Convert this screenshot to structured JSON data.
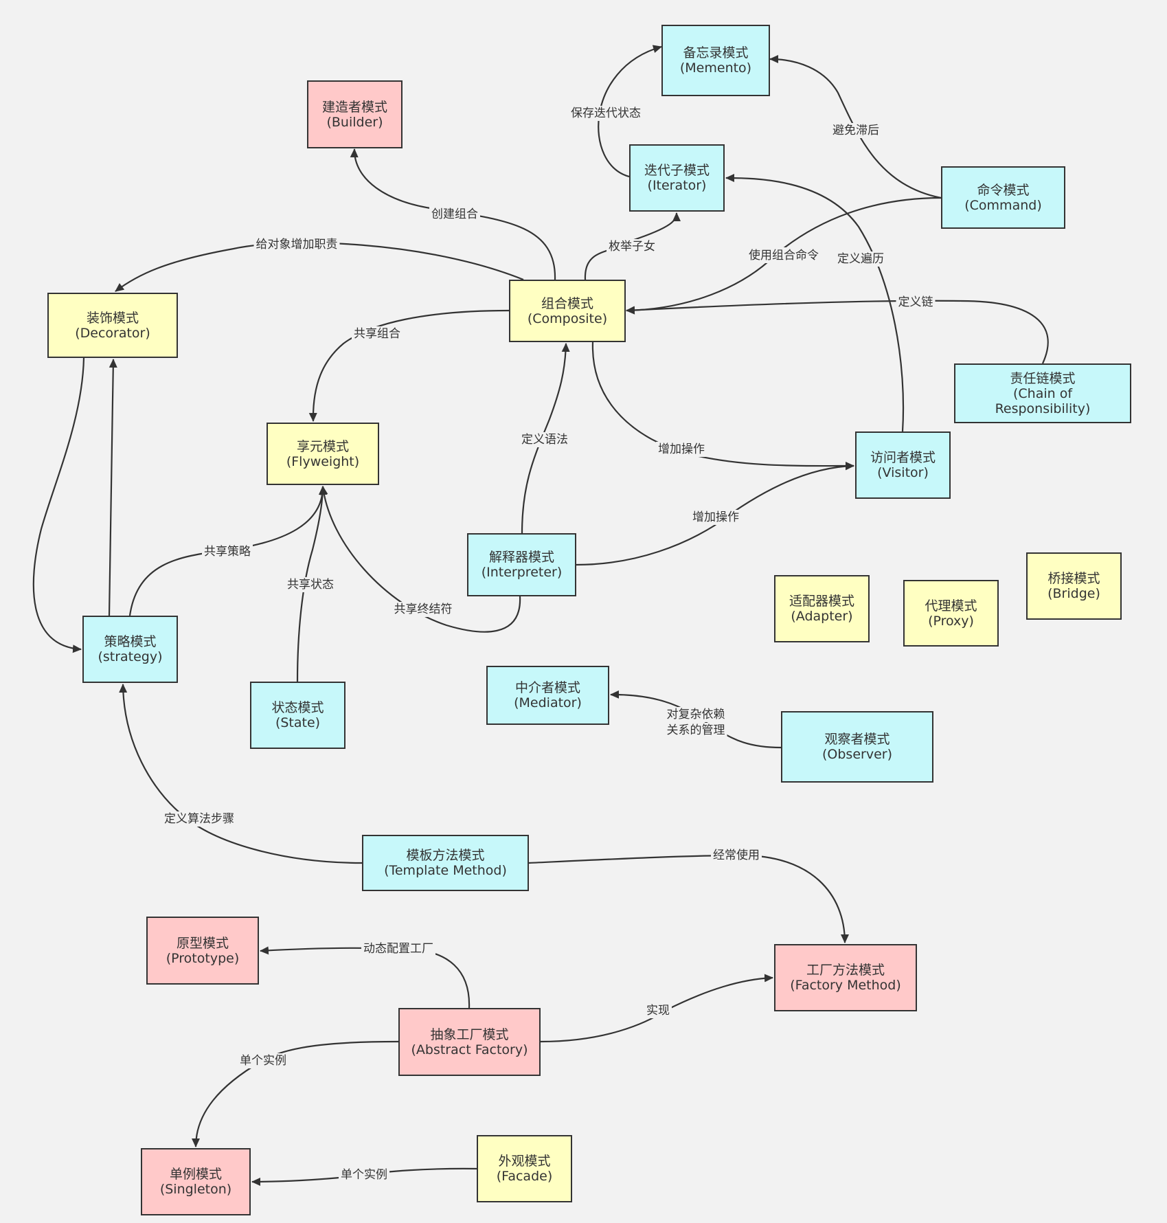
{
  "colors": {
    "creational": "#ffc9c9",
    "structural": "#ffffc2",
    "behavioral": "#c7f8fa",
    "line": "#333333",
    "background": "#f2f2f2"
  },
  "nodes": {
    "memento": {
      "zh": "备忘录模式",
      "en": "(Memento)",
      "category": "behavioral"
    },
    "builder": {
      "zh": "建造者模式",
      "en": "(Builder)",
      "category": "creational"
    },
    "iterator": {
      "zh": "迭代子模式",
      "en": "(Iterator)",
      "category": "behavioral"
    },
    "command": {
      "zh": "命令模式",
      "en": "(Command)",
      "category": "behavioral"
    },
    "decorator": {
      "zh": "装饰模式",
      "en": "(Decorator)",
      "category": "structural"
    },
    "composite": {
      "zh": "组合模式",
      "en": "(Composite)",
      "category": "structural"
    },
    "chain": {
      "zh": "责任链模式",
      "en": "(Chain of",
      "en2": "Responsibility)",
      "category": "behavioral"
    },
    "flyweight": {
      "zh": "享元模式",
      "en": "(Flyweight)",
      "category": "structural"
    },
    "visitor": {
      "zh": "访问者模式",
      "en": "(Visitor)",
      "category": "behavioral"
    },
    "interpreter": {
      "zh": "解释器模式",
      "en": "(Interpreter)",
      "category": "behavioral"
    },
    "bridge": {
      "zh": "桥接模式",
      "en": "(Bridge)",
      "category": "structural"
    },
    "adapter": {
      "zh": "适配器模式",
      "en": "(Adapter)",
      "category": "structural"
    },
    "proxy": {
      "zh": "代理模式",
      "en": "(Proxy)",
      "category": "structural"
    },
    "strategy": {
      "zh": "策略模式",
      "en": "(strategy)",
      "category": "behavioral"
    },
    "state": {
      "zh": "状态模式",
      "en": "(State)",
      "category": "behavioral"
    },
    "mediator": {
      "zh": "中介者模式",
      "en": "(Mediator)",
      "category": "behavioral"
    },
    "observer": {
      "zh": "观察者模式",
      "en": "(Observer)",
      "category": "behavioral"
    },
    "template": {
      "zh": "模板方法模式",
      "en": "(Template Method)",
      "category": "behavioral"
    },
    "prototype": {
      "zh": "原型模式",
      "en": "(Prototype)",
      "category": "creational"
    },
    "factory": {
      "zh": "工厂方法模式",
      "en": "(Factory Method)",
      "category": "creational"
    },
    "abstract": {
      "zh": "抽象工厂模式",
      "en": "(Abstract Factory)",
      "category": "creational"
    },
    "singleton": {
      "zh": "单例模式",
      "en": "(Singleton)",
      "category": "creational"
    },
    "facade": {
      "zh": "外观模式",
      "en": "(Facade)",
      "category": "structural"
    }
  },
  "edges": [
    {
      "id": "iterator-memento",
      "from": "iterator",
      "to": "memento",
      "label": "保存迭代状态"
    },
    {
      "id": "command-memento",
      "from": "command",
      "to": "memento",
      "label": "避免滞后"
    },
    {
      "id": "composite-builder",
      "from": "composite",
      "to": "builder",
      "label": "创建组合"
    },
    {
      "id": "composite-decorator",
      "from": "composite",
      "to": "decorator",
      "label": "给对象增加职责"
    },
    {
      "id": "composite-iterator",
      "from": "composite",
      "to": "iterator",
      "label": "枚举子女"
    },
    {
      "id": "command-composite",
      "from": "command",
      "to": "composite",
      "label": "使用组合命令"
    },
    {
      "id": "visitor-iterator",
      "from": "visitor",
      "to": "iterator",
      "label": "定义遍历"
    },
    {
      "id": "chain-composite",
      "from": "chain",
      "to": "composite",
      "label": "定义链"
    },
    {
      "id": "composite-flyweight",
      "from": "composite",
      "to": "flyweight",
      "label": "共享组合"
    },
    {
      "id": "composite-visitor",
      "from": "composite",
      "to": "visitor",
      "label": "增加操作"
    },
    {
      "id": "interpreter-composite",
      "from": "interpreter",
      "to": "composite",
      "label": "定义语法"
    },
    {
      "id": "interpreter-visitor",
      "from": "interpreter",
      "to": "visitor",
      "label": "增加操作"
    },
    {
      "id": "interpreter-flyweight",
      "from": "interpreter",
      "to": "flyweight",
      "label": "共享终结符"
    },
    {
      "id": "strategy-flyweight",
      "from": "strategy",
      "to": "flyweight",
      "label": "共享策略"
    },
    {
      "id": "state-flyweight",
      "from": "state",
      "to": "flyweight",
      "label": "共享状态"
    },
    {
      "id": "decorator-strategy",
      "from": "decorator",
      "to": "strategy",
      "label": ""
    },
    {
      "id": "strategy-decorator",
      "from": "strategy",
      "to": "decorator",
      "label": ""
    },
    {
      "id": "template-strategy",
      "from": "template",
      "to": "strategy",
      "label": "定义算法步骤"
    },
    {
      "id": "template-factory",
      "from": "template",
      "to": "factory",
      "label": "经常使用"
    },
    {
      "id": "observer-mediator",
      "from": "observer",
      "to": "mediator",
      "label": "对复杂依赖",
      "label2": "关系的管理"
    },
    {
      "id": "abstract-prototype",
      "from": "abstract",
      "to": "prototype",
      "label": "动态配置工厂"
    },
    {
      "id": "abstract-factory",
      "from": "abstract",
      "to": "factory",
      "label": "实现"
    },
    {
      "id": "abstract-singleton",
      "from": "abstract",
      "to": "singleton",
      "label": "单个实例"
    },
    {
      "id": "facade-singleton",
      "from": "facade",
      "to": "singleton",
      "label": "单个实例"
    }
  ]
}
